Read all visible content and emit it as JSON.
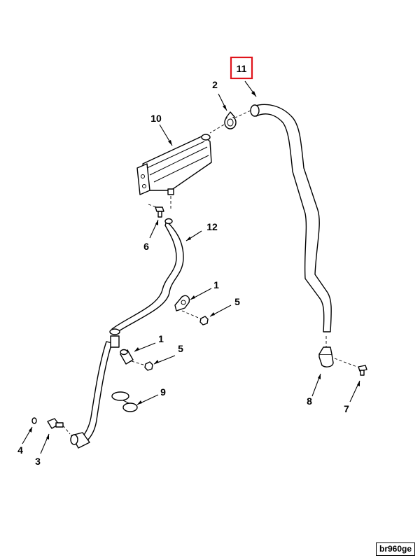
{
  "callouts": {
    "c1a": "1",
    "c1b": "1",
    "c2": "2",
    "c3": "3",
    "c4": "4",
    "c5a": "5",
    "c5b": "5",
    "c6": "6",
    "c7": "7",
    "c8": "8",
    "c9": "9",
    "c10": "10",
    "c11": "11",
    "c12": "12"
  },
  "highlighted_callout": "11",
  "highlight_color": "#e0141b",
  "figure_code": "br960ge"
}
